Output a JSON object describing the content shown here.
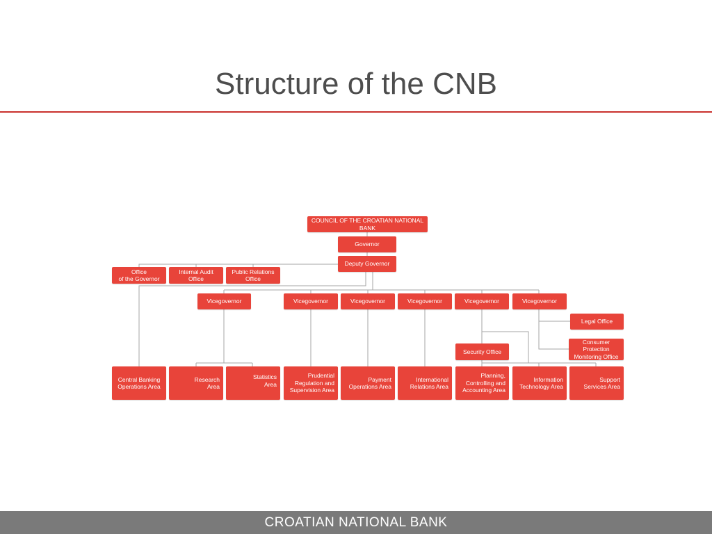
{
  "slide": {
    "title": "Structure of the CNB",
    "footer": "CROATIAN NATIONAL BANK"
  },
  "colors": {
    "box": "#e8443a",
    "rule": "#c9302c",
    "connector": "#a6a6a6",
    "footer_bg": "#7a7a7a"
  },
  "org": {
    "council": "COUNCIL OF THE CROATIAN NATIONAL BANK",
    "governor": "Governor",
    "deputy_governor": "Deputy Governor",
    "offices": [
      "Office\nof the Governor",
      "Internal Audit\nOffice",
      "Public Relations\nOffice"
    ],
    "vicegovernors": [
      "Vicegovernor",
      "Vicegovernor",
      "Vicegovernor",
      "Vicegovernor",
      "Vicegovernor",
      "Vicegovernor"
    ],
    "legal_office": "Legal Office",
    "consumer_protection": "Consumer Protection\nMonitoring Office",
    "security_office": "Security Office",
    "areas": [
      "Central Banking\nOperations Area",
      "Research\nArea",
      "Statistics\nArea",
      "Prudential\nRegulation and\nSupervision Area",
      "Payment\nOperations Area",
      "International\nRelations Area",
      "Planning,\nControlling and\nAccounting Area",
      "Information\nTechnology Area",
      "Support\nServices Area"
    ]
  }
}
